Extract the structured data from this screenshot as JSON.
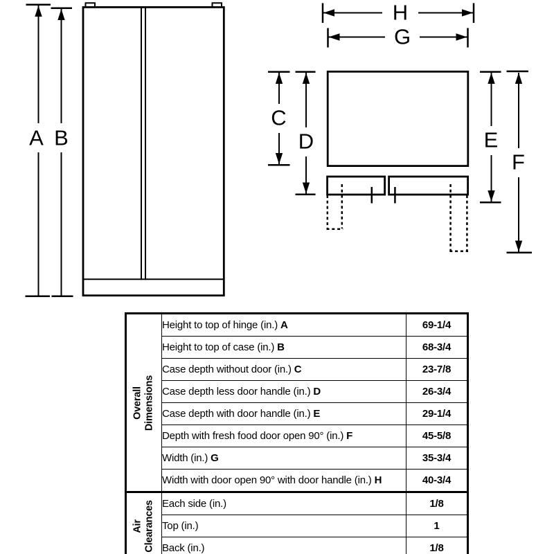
{
  "diagram": {
    "labels": {
      "a": "A",
      "b": "B",
      "c": "C",
      "d": "D",
      "e": "E",
      "f": "F",
      "g": "G",
      "h": "H"
    }
  },
  "table": {
    "groups": [
      {
        "title_line1": "Overall",
        "title_line2": "Dimensions",
        "rows": [
          {
            "label": "Height to top of hinge (in.)",
            "key": "A",
            "value": "69-1/4"
          },
          {
            "label": "Height to top of case (in.)",
            "key": "B",
            "value": "68-3/4"
          },
          {
            "label": "Case depth without door (in.)",
            "key": "C",
            "value": "23-7/8"
          },
          {
            "label": "Case depth less door handle (in.)",
            "key": "D",
            "value": "26-3/4"
          },
          {
            "label": "Case depth with door handle (in.)",
            "key": "E",
            "value": "29-1/4"
          },
          {
            "label": "Depth with fresh food door open 90° (in.)",
            "key": "F",
            "value": "45-5/8"
          },
          {
            "label": "Width (in.)",
            "key": "G",
            "value": "35-3/4"
          },
          {
            "label": "Width with door open 90° with door handle (in.)",
            "key": "H",
            "value": "40-3/4"
          }
        ]
      },
      {
        "title_line1": "Air",
        "title_line2": "Clearances",
        "rows": [
          {
            "label": "Each side (in.)",
            "key": "",
            "value": "1/8"
          },
          {
            "label": "Top (in.)",
            "key": "",
            "value": "1"
          },
          {
            "label": "Back (in.)",
            "key": "",
            "value": "1/8"
          }
        ]
      }
    ]
  }
}
